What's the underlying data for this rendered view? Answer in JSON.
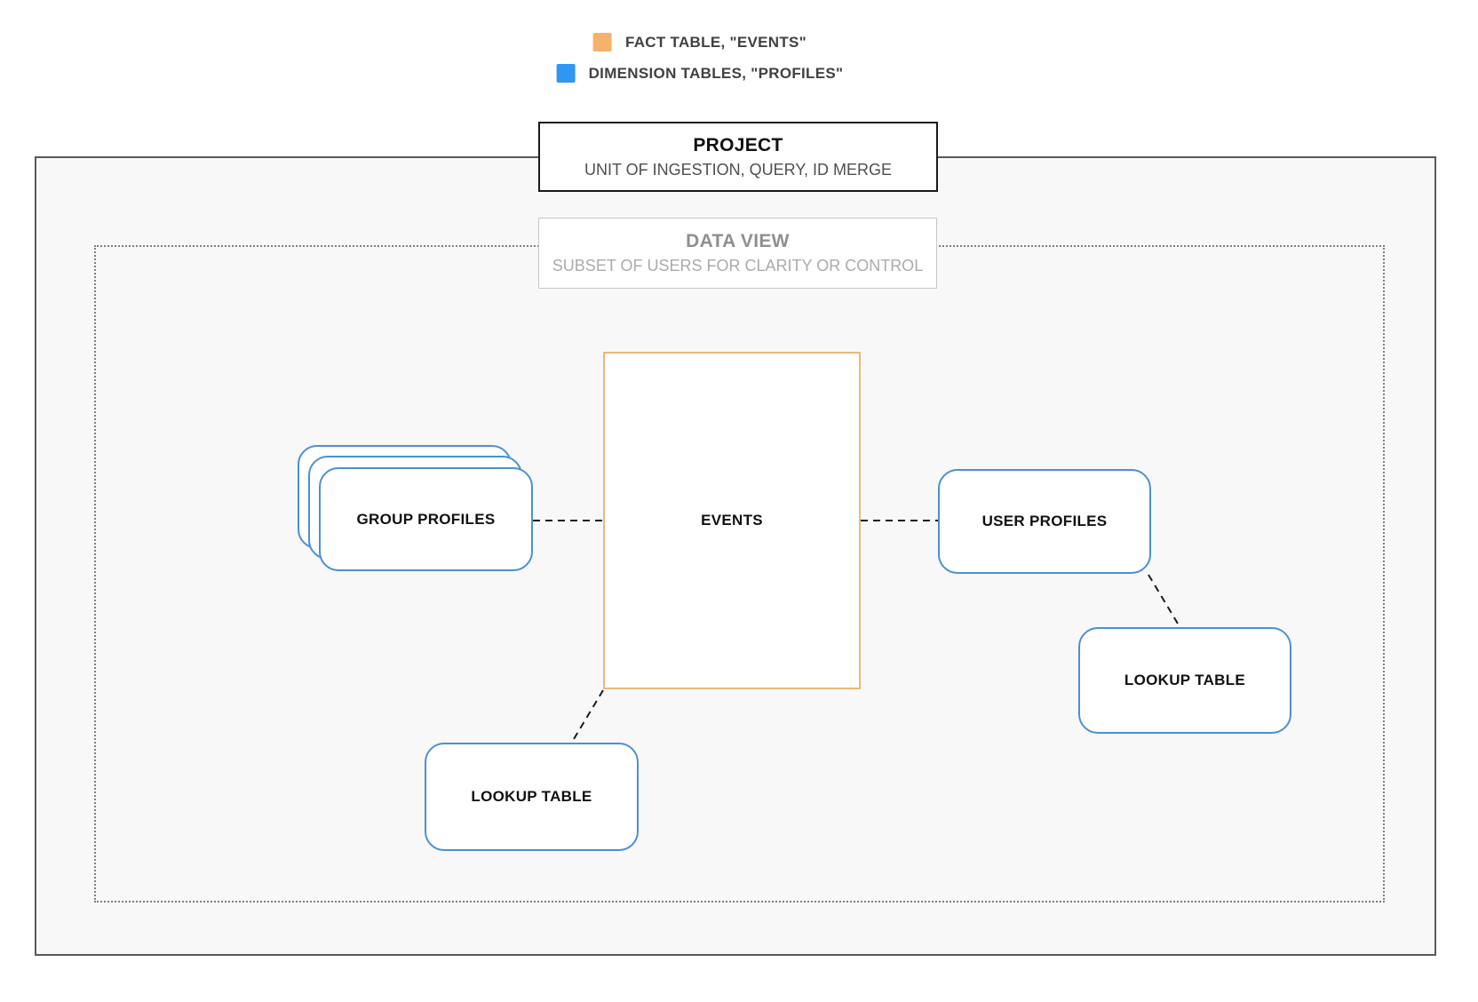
{
  "legend": {
    "items": [
      {
        "name": "fact-table",
        "label": "FACT TABLE, \"EVENTS\"",
        "color": "#f7b269"
      },
      {
        "name": "dimension-tables",
        "label": "DIMENSION TABLES, \"PROFILES\"",
        "color": "#2f96f3"
      }
    ]
  },
  "project": {
    "title": "PROJECT",
    "subtitle": "UNIT OF INGESTION, QUERY, ID MERGE"
  },
  "data_view": {
    "title": "DATA VIEW",
    "subtitle": "SUBSET OF USERS FOR CLARITY OR CONTROL"
  },
  "nodes": {
    "events": {
      "label": "EVENTS",
      "accent": "#e9b87e"
    },
    "group_profiles": {
      "label": "GROUP PROFILES",
      "accent": "#4b90d4"
    },
    "user_profiles": {
      "label": "USER PROFILES",
      "accent": "#4b90d4"
    },
    "lookup_bottom": {
      "label": "LOOKUP TABLE",
      "accent": "#4b90d4"
    },
    "lookup_right": {
      "label": "LOOKUP TABLE",
      "accent": "#4b90d4"
    }
  }
}
